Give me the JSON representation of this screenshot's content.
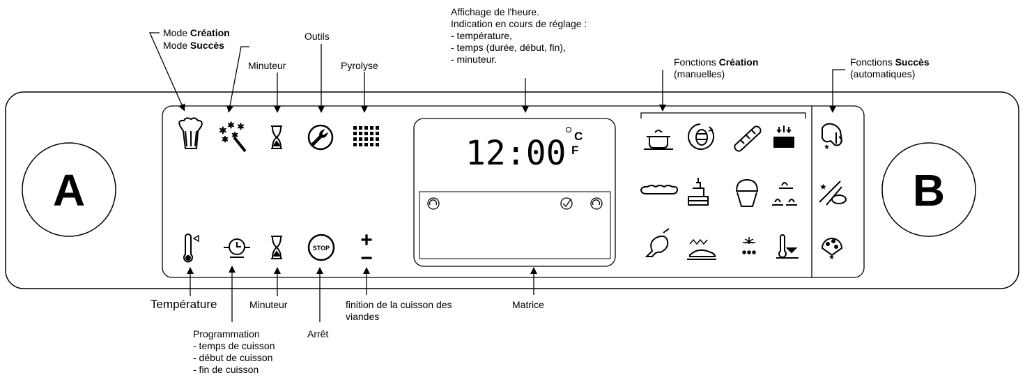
{
  "knobs": {
    "left": "A",
    "right": "B"
  },
  "display": {
    "time": "12:00",
    "unit_c": "C",
    "unit_f": "F"
  },
  "controls": {
    "plus": "+",
    "minus": "−",
    "stop": "STOP"
  },
  "labels": {
    "mode_prefix_1": "Mode ",
    "mode_creation": "Création",
    "mode_prefix_2": "Mode ",
    "mode_succes": "Succès",
    "minuteur_top": "Minuteur",
    "outils": "Outils",
    "pyrolyse": "Pyrolyse",
    "affichage": [
      "Affichage de l'heure.",
      "Indication en cours de réglage :",
      "- température,",
      "- temps (durée, début, fin),",
      "- minuteur."
    ],
    "fonctions_prefix_1": "Fonctions ",
    "fonctions_creation": "Création",
    "fonctions_creation_sub": "(manuelles)",
    "fonctions_prefix_2": "Fonctions ",
    "fonctions_succes": "Succès",
    "fonctions_succes_sub": "(automatiques)",
    "temperature": "Température",
    "minuteur_bottom": "Minuteur",
    "programmation": [
      "Programmation",
      "- temps de cuisson",
      "- début de cuisson",
      "- fin de cuisson"
    ],
    "arret": "Arrêt",
    "finition": [
      "finition de la cuisson des",
      "viandes"
    ],
    "matrice": "Matrice"
  },
  "icons": [
    "chef-hat-icon",
    "magic-wand-icon",
    "hourglass-icon",
    "wrench-icon",
    "grid-icon",
    "thermometer-icon",
    "clock-programming-icon",
    "stop-icon",
    "pot-icon",
    "rotisserie-icon",
    "roast-icon",
    "cake-grill-icon",
    "bread-icon",
    "layer-cake-icon",
    "muffin-icon",
    "meringue-icon",
    "drumstick-icon",
    "fish-icon",
    "defrost-icon",
    "keep-warm-icon",
    "chicken-icon",
    "rolling-pin-icon",
    "pizza-icon"
  ]
}
